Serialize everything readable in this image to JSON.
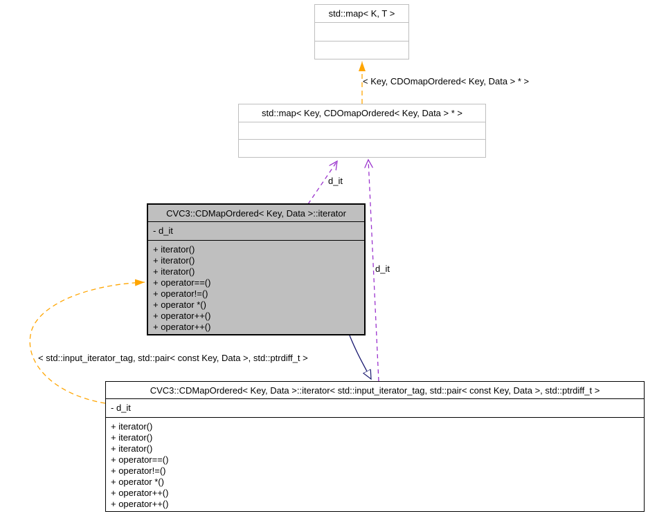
{
  "diagram": {
    "kind": "uml-collaboration-graph",
    "colors": {
      "template_instantiation_edge": "#ffa500",
      "usage_edge": "#9a32cd",
      "inheritance_edge": "#191970",
      "external_node_border": "#bebebe",
      "node_border": "#000000",
      "highlighted_node_fill": "#bfbfbf",
      "background": "#ffffff"
    },
    "nodes": [
      {
        "title": "std::map< K, T >",
        "attributes": [],
        "methods": []
      },
      {
        "title": "std::map< Key, CDOmapOrdered< Key, Data > * >",
        "attributes": [],
        "methods": []
      },
      {
        "title": "CVC3::CDMapOrdered< Key, Data >::iterator",
        "attributes": [
          "- d_it"
        ],
        "methods": [
          "+ iterator()",
          "+ iterator()",
          "+ iterator()",
          "+ operator==()",
          "+ operator!=()",
          "+ operator *()",
          "+ operator++()",
          "+ operator++()"
        ]
      },
      {
        "title": "CVC3::CDMapOrdered< Key, Data >::iterator< std::input_iterator_tag, std::pair< const Key, Data >, std::ptrdiff_t >",
        "attributes": [
          "- d_it"
        ],
        "methods": [
          "+ iterator()",
          "+ iterator()",
          "+ iterator()",
          "+ operator==()",
          "+ operator!=()",
          "+ operator *()",
          "+ operator++()",
          "+ operator++()"
        ]
      }
    ],
    "edge_labels": {
      "map_template_args": "< Key, CDOmapOrdered< Key, Data > * >",
      "usage_left": "d_it",
      "usage_right": "d_it",
      "iterator_template_args": "< std::input_iterator_tag, std::pair< const Key, Data >, std::ptrdiff_t >"
    }
  }
}
